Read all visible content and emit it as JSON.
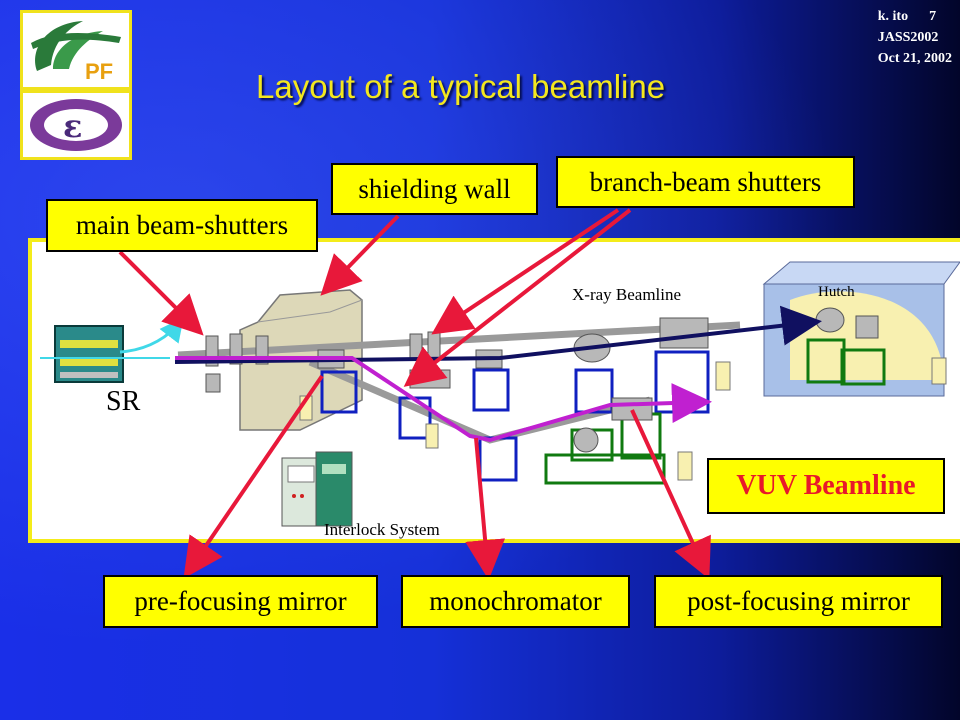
{
  "meta": {
    "author": "k. ito",
    "slide_number": "7",
    "event": "JASS2002",
    "date": "Oct 21, 2002"
  },
  "title": "Layout of a typical beamline",
  "logos": {
    "top": "PF",
    "bottom": "ε"
  },
  "labels": {
    "main_beam_shutters": "main beam-shutters",
    "shielding_wall": "shielding wall",
    "branch_beam_shutters": "branch-beam shutters",
    "pre_focusing_mirror": "pre-focusing mirror",
    "monochromator": "monochromator",
    "post_focusing_mirror": "post-focusing mirror",
    "vuv_beamline": "VUV Beamline"
  },
  "diagram": {
    "sr": "SR",
    "xray_beamline": "X-ray Beamline",
    "hutch": "Hutch",
    "interlock_system": "Interlock System"
  },
  "colors": {
    "callout_arrow": "#e8183a",
    "xray_beam": "#101060",
    "vuv_beam": "#c020d0",
    "title": "#f3e71e",
    "label_fill": "#ffff00"
  }
}
